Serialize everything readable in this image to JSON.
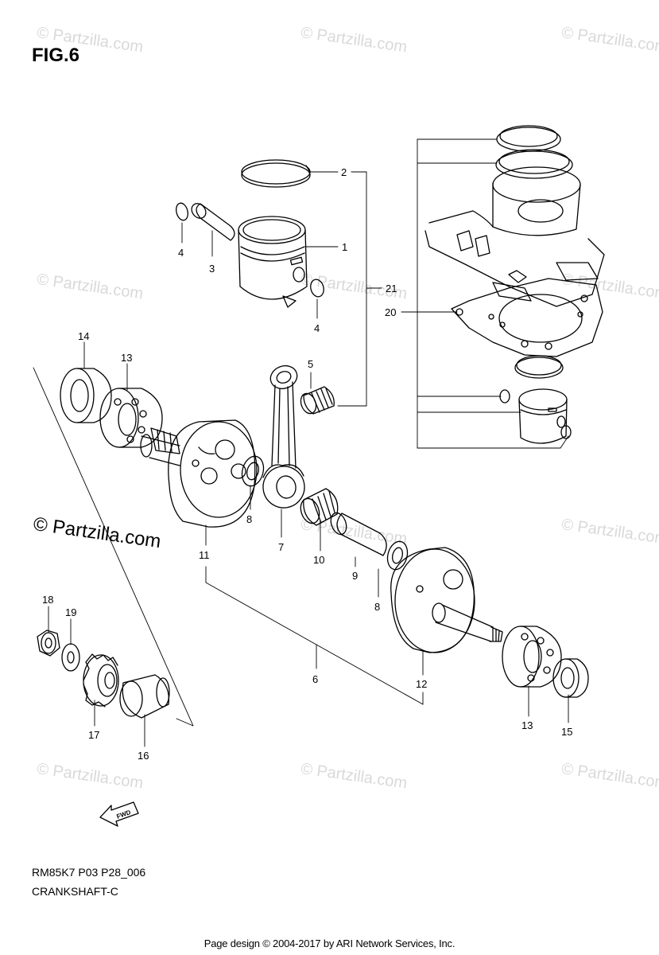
{
  "figure": {
    "title": "FIG.6"
  },
  "watermark": {
    "text": "© Partzilla.com"
  },
  "labels": [
    "1",
    "2",
    "3",
    "4",
    "4",
    "5",
    "6",
    "7",
    "8",
    "8",
    "9",
    "10",
    "11",
    "12",
    "13",
    "13",
    "14",
    "15",
    "16",
    "17",
    "18",
    "19",
    "20",
    "21"
  ],
  "fwd": {
    "text": "FWD"
  },
  "footer": {
    "model_code": "RM85K7 P03 P28_006",
    "section_name": "CRANKSHAFT-C",
    "copyright": "Page design © 2004-2017 by ARI Network Services, Inc."
  }
}
